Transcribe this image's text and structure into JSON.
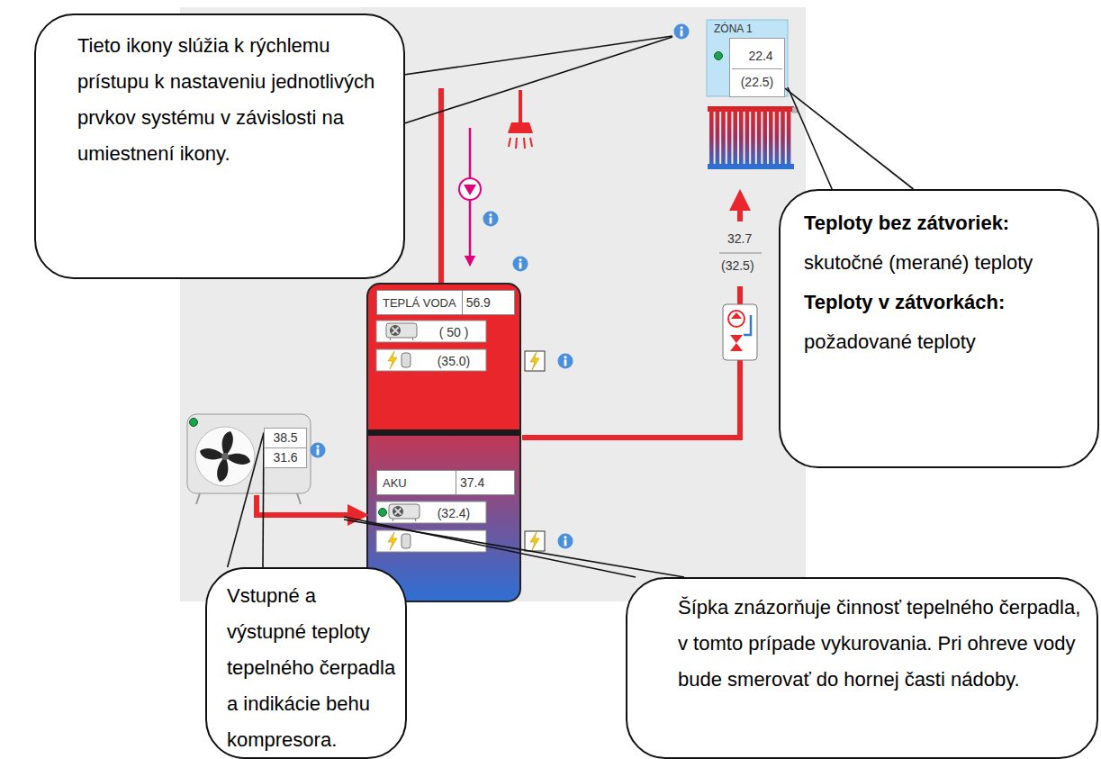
{
  "diagram": {
    "nodes": [
      {
        "text": [
          "Tieto ikony slúžia k rýchlemu prístupu k nastaveniu jednotlivých prvkov systému v závislosti na umiestnení ikony."
        ]
      },
      {
        "text": [
          "ZÓNA 1"
        ]
      },
      {
        "text": [
          "22.4",
          "(22.5)"
        ],
        "in": 1
      },
      {
        "text": [
          "Teploty bez zátvoriek:",
          "skutočné (merané) teploty",
          "Teploty v zátvorkách:",
          "požadované teploty"
        ]
      },
      {
        "text": [
          "TEPLÁ VODA",
          "56.9"
        ]
      },
      {
        "text": [
          "( 50 )"
        ]
      },
      {
        "text": [
          "(35.0)"
        ]
      },
      {
        "text": [
          "38.5",
          "31.6"
        ]
      },
      {
        "text": [
          "AKU",
          "37.4"
        ]
      },
      {
        "text": [
          "(32.4)"
        ]
      },
      {
        "text": [
          "Vstupné a výstupné teploty tepelného čerpadla a indikácie behu kompresora."
        ]
      },
      {
        "text": [
          "Šípka znázorňuje činnosť tepelného čerpadla, v tomto prípade vykurovania. Pri ohreve vody bude smerovať do hornej časti nádoby."
        ]
      }
    ],
    "edges": [
      {
        "from": 3,
        "to": 2,
        "arrow": "none"
      },
      {
        "from": 10,
        "to": 7,
        "arrow": "none"
      }
    ],
    "labels": [
      "32.7",
      "(32.5)"
    ]
  }
}
